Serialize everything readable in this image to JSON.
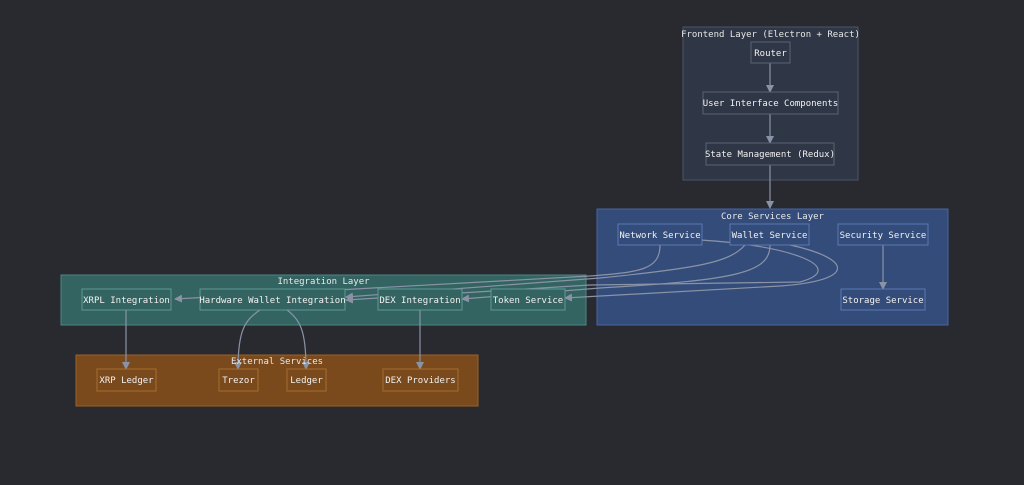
{
  "groups": {
    "frontend": {
      "label": "Frontend Layer (Electron + React)",
      "fill": "#2f3645",
      "stroke": "#4b5468"
    },
    "core": {
      "label": "Core Services Layer",
      "fill": "#344c7a",
      "stroke": "#4a65a0"
    },
    "integration": {
      "label": "Integration Layer",
      "fill": "#336461",
      "stroke": "#4e8883"
    },
    "external": {
      "label": "External Services",
      "fill": "#7a4a1c",
      "stroke": "#9a6228"
    }
  },
  "nodes": {
    "router": "Router",
    "ui": "User Interface Components",
    "state": "State Management (Redux)",
    "network": "Network Service",
    "wallet": "Wallet Service",
    "security": "Security Service",
    "storage": "Storage Service",
    "xrpl": "XRPL Integration",
    "hw": "Hardware Wallet Integration",
    "dex": "DEX Integration",
    "token": "Token Service",
    "ledger_xrp": "XRP Ledger",
    "trezor": "Trezor",
    "ledger": "Ledger",
    "dexprov": "DEX Providers"
  },
  "colors": {
    "edge": "#8a93a6",
    "background": "#282a30"
  }
}
